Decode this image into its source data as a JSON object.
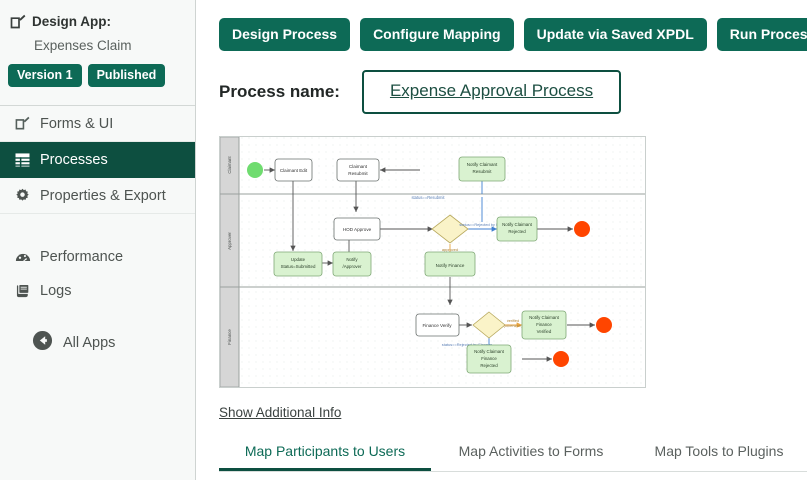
{
  "sidebar": {
    "header": {
      "icon": "edit-pencil-square-icon",
      "title": "Design App:",
      "app_name": "Expenses Claim"
    },
    "badges": [
      {
        "label": "Version 1",
        "name": "version-badge"
      },
      {
        "label": "Published",
        "name": "published-badge"
      }
    ],
    "nav": [
      {
        "label": "Forms & UI",
        "icon": "edit-pencil-square-icon",
        "active": false
      },
      {
        "label": "Processes",
        "icon": "grid-table-icon",
        "active": true
      },
      {
        "label": "Properties & Export",
        "icon": "gear-icon",
        "active": false
      }
    ],
    "nav_secondary": [
      {
        "label": "Performance",
        "icon": "gauge-icon"
      },
      {
        "label": "Logs",
        "icon": "scroll-icon"
      }
    ],
    "all_apps": {
      "label": "All Apps",
      "icon": "back-arrow-circle-icon"
    }
  },
  "toolbar": {
    "buttons": [
      "Design Process",
      "Configure Mapping",
      "Update via Saved XPDL",
      "Run Process"
    ]
  },
  "process_name": {
    "label": "Process name:",
    "value": "Expense Approval Process"
  },
  "diagram": {
    "lanes": [
      "Claimant",
      "Approver",
      "Finance"
    ],
    "nodes": [
      {
        "id": "start",
        "type": "start-event",
        "label": ""
      },
      {
        "id": "claimant-edit",
        "type": "task",
        "label": "Claimant Edit"
      },
      {
        "id": "claimant-resubmit",
        "type": "task",
        "label": "Claimant Resubmit"
      },
      {
        "id": "notify-claimant-resubmit",
        "type": "tool",
        "label": "Notify Claimant Resubmit"
      },
      {
        "id": "hod-approve",
        "type": "task",
        "label": "HOD Approve"
      },
      {
        "id": "gateway-hod",
        "type": "gateway",
        "label": ""
      },
      {
        "id": "notify-claimant-rejected",
        "type": "tool",
        "label": "Notify Claimant Rejected"
      },
      {
        "id": "end-hod",
        "type": "end-event",
        "label": ""
      },
      {
        "id": "update-status-submitted",
        "type": "tool",
        "label": "Update Status=Submitted"
      },
      {
        "id": "notify-approver",
        "type": "tool",
        "label": "Notify /Approver"
      },
      {
        "id": "notify-finance",
        "type": "tool",
        "label": "Notify Finance"
      },
      {
        "id": "finance-verify",
        "type": "task",
        "label": "Finance Verify"
      },
      {
        "id": "gateway-finance",
        "type": "gateway",
        "label": ""
      },
      {
        "id": "notify-claimant-finance-verified",
        "type": "tool",
        "label": "Notify Claimant Finance Verified"
      },
      {
        "id": "notify-claimant-finance-rejected",
        "type": "tool",
        "label": "Notify Claimant Finance Rejected"
      },
      {
        "id": "end-finance-verified",
        "type": "end-event",
        "label": ""
      },
      {
        "id": "end-finance-rejected",
        "type": "end-event",
        "label": ""
      }
    ],
    "edge_labels": [
      "status==Resubmit",
      "status==Rejected by HOD",
      "approved (otherwise)",
      "status==Rejected by Finance",
      "verified (otherwise)"
    ],
    "colors": {
      "start_node": "#6fdc6f",
      "end_node": "#ff4500",
      "task_fill": "#ffffff",
      "tool_fill": "#d9f2d0",
      "gateway_fill": "#faf3c8",
      "lane_header": "#d6d6d6",
      "edge": "#555555",
      "message_edge": "#3f7fd0"
    }
  },
  "show_additional_info": "Show Additional Info",
  "tabs": [
    {
      "label": "Map Participants to Users",
      "active": true
    },
    {
      "label": "Map Activities to Forms",
      "active": false
    },
    {
      "label": "Map Tools to Plugins",
      "active": false
    }
  ],
  "theme": {
    "brand_green": "#0d6a56",
    "brand_dark_green": "#0d4f40",
    "sidebar_bg": "#f7f9f8"
  }
}
